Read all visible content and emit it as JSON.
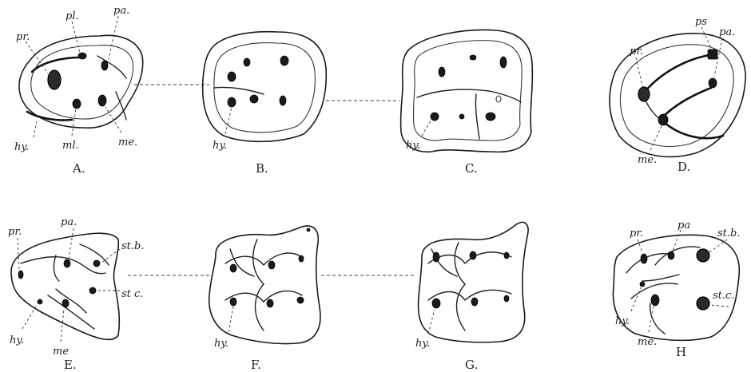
{
  "panels": {
    "A": {
      "caption": "A.",
      "labels": {
        "pr": "pr.",
        "pl": "pl.",
        "pa": "pa.",
        "hy": "hy.",
        "ml": "ml.",
        "me": "me."
      }
    },
    "B": {
      "caption": "B.",
      "labels": {
        "hy": "hy."
      }
    },
    "C": {
      "caption": "C.",
      "labels": {
        "hy": "hy."
      }
    },
    "D": {
      "caption": "D.",
      "labels": {
        "pr": "pr.",
        "ps": "ps",
        "pa": "pa.",
        "me": "me."
      }
    },
    "E": {
      "caption": "E.",
      "labels": {
        "pr": "pr.",
        "pa": "pa.",
        "stb": "st.b.",
        "stc": "st c.",
        "hy": "hy.",
        "me": "me"
      }
    },
    "F": {
      "caption": "F.",
      "labels": {
        "hy": "hy."
      }
    },
    "G": {
      "caption": "G.",
      "labels": {
        "hy": "hy."
      }
    },
    "H": {
      "caption": "H",
      "labels": {
        "pr": "pr.",
        "pa": "pa",
        "stb": "st.b.",
        "stc": "st.c.",
        "hy": "hy.",
        "me": "me."
      }
    }
  }
}
